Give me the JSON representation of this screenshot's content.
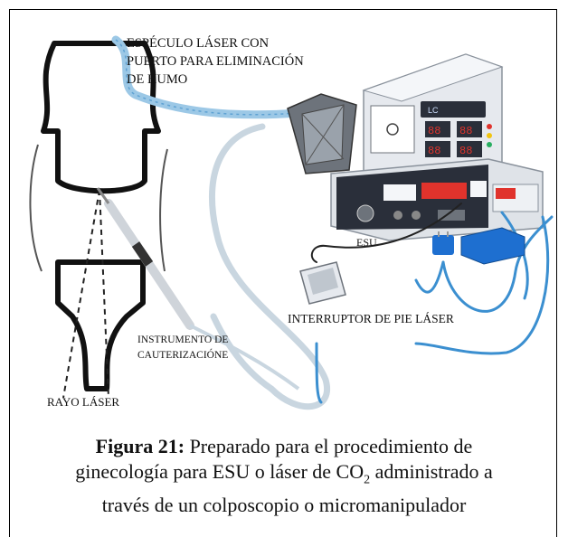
{
  "labels": {
    "speculum_line1": "ESPÉCULO LÁSER CON",
    "speculum_line2": "PUERTO PARA ELIMINACIÓN",
    "speculum_line3": "DE HUMO",
    "esu": "ESU",
    "foot_switch": "INTERRUPTOR DE PIE LÁSER",
    "instrument_line1": "INSTRUMENTO DE",
    "instrument_line2": "CAUTERIZACIÓNE",
    "laser_beam": "RAYO LÁSER"
  },
  "caption": {
    "figure_label": "Figura  21:",
    "line1": " Preparado para el procedimiento de",
    "line2_a": "ginecología para ESU o láser de CO",
    "line2_sub": "2",
    "line2_b": " administrado a",
    "line3": "través de un colposcopio o micromanipulador"
  },
  "colors": {
    "tube": "#9cc8e6",
    "cable": "#3b8fd0",
    "device_body": "#e6e9ee",
    "device_dark": "#2a2f3a",
    "display_red": "#e0332c",
    "blue_box": "#1e6fd0"
  }
}
